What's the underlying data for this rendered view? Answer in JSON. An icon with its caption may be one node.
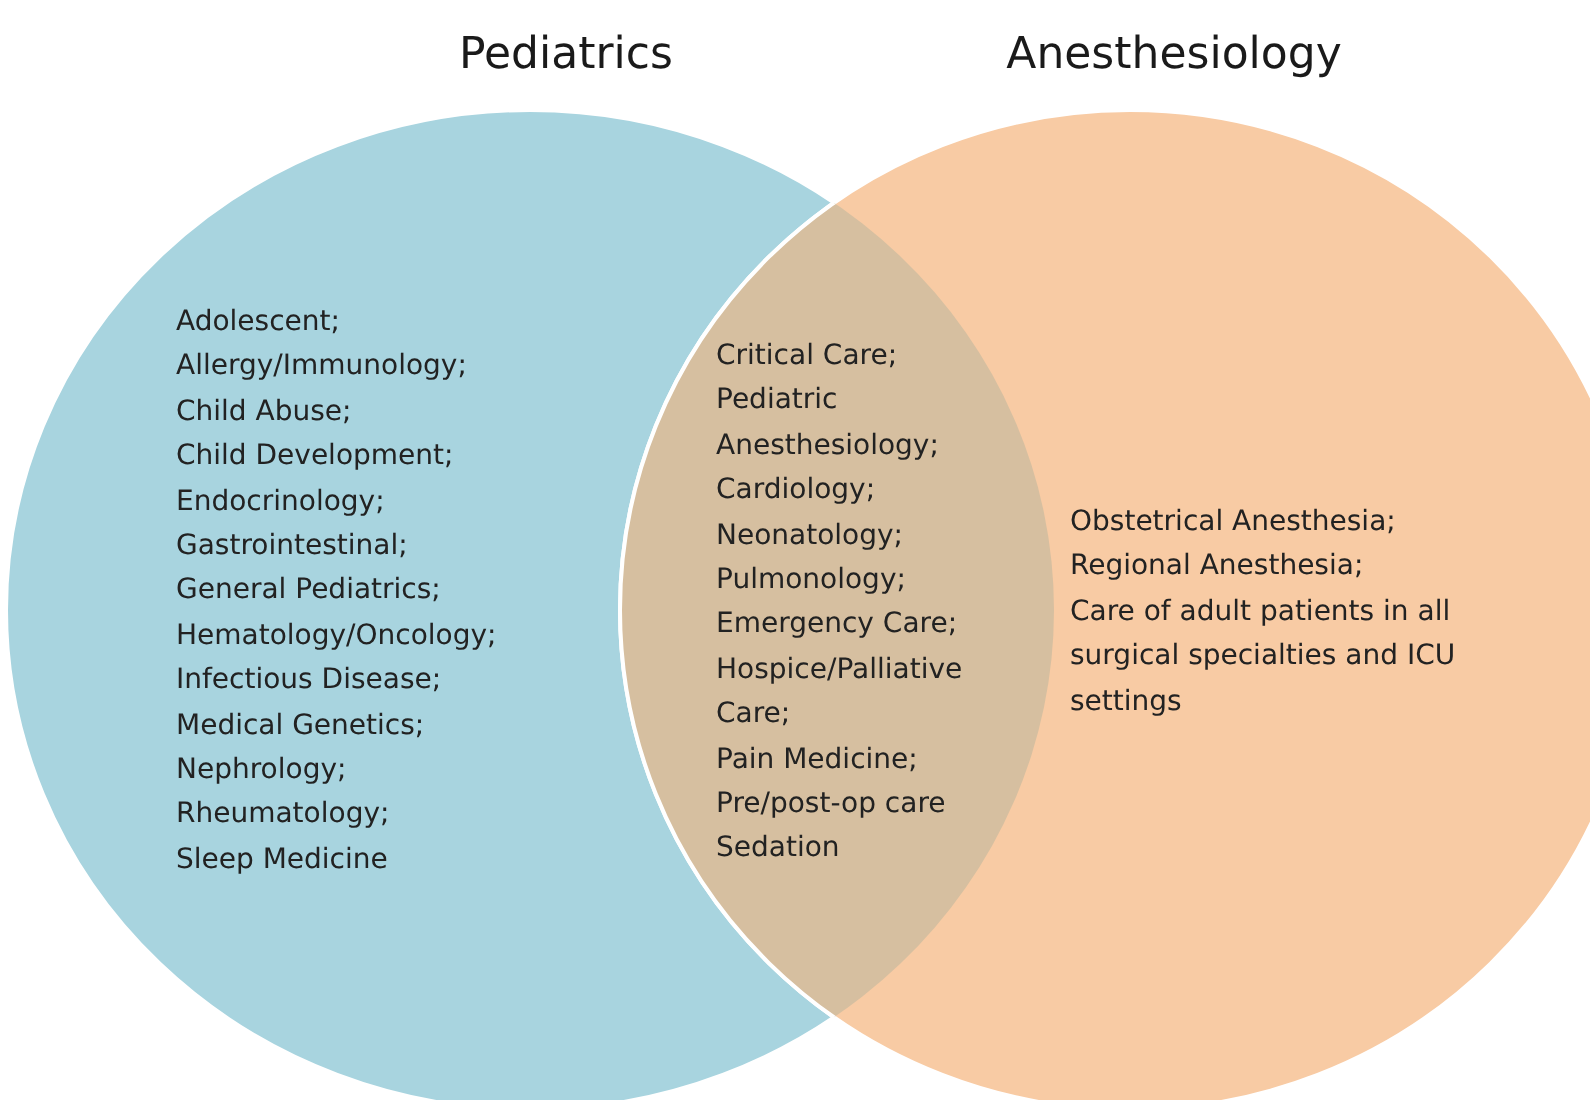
{
  "diagram": {
    "nodes": [
      {
        "text": [
          "Pediatrics",
          "Adolescent;",
          "Allergy/Immunology;",
          "Child Abuse;",
          "Child Development;",
          "Endocrinology;",
          "Gastrointestinal;",
          "General Pediatrics;",
          "Hematology/Oncology;",
          "Infectious Disease;",
          "Medical Genetics;",
          "Nephrology;",
          "Rheumatology;",
          "Sleep Medicine"
        ]
      },
      {
        "text": [
          "Anesthesiology",
          "Obstetrical Anesthesia;",
          "Regional Anesthesia;",
          "Care of adult patients in all surgical specialties and ICU settings"
        ]
      },
      {
        "text": [
          "Critical Care;",
          "Pediatric Anesthesiology;",
          "Cardiology;",
          "Neonatology;",
          "Pulmonology;",
          "Emergency Care;",
          "Hospice/Palliative Care;",
          "Pain Medicine;",
          "Pre/post-op care",
          "Sedation"
        ]
      }
    ]
  }
}
